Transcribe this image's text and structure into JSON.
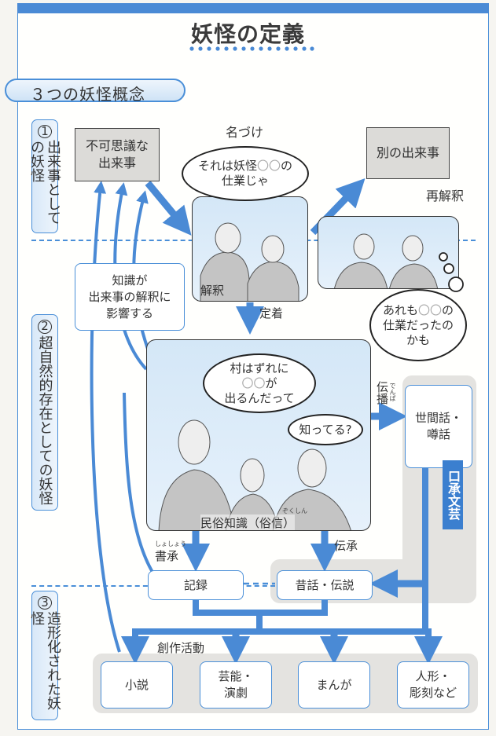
{
  "header": {
    "title": "妖怪の定義",
    "accent_color": "#4a8ad5"
  },
  "section": {
    "title": "３つの妖怪概念"
  },
  "categories": [
    {
      "num": "1",
      "num_glyph": "①",
      "label": "出来事としての妖怪"
    },
    {
      "num": "2",
      "num_glyph": "②",
      "label": "超自然的存在としての妖怪"
    },
    {
      "num": "3",
      "num_glyph": "③",
      "label": "造形化された妖怪"
    }
  ],
  "nodes": {
    "mysterious_event": "不可思議な\n出来事",
    "other_event": "別の出来事",
    "knowledge_influence": "知識が\n出来事の解釈に\n影響する",
    "rumor": "世間話・\n噂話",
    "record": "記録",
    "legend": "昔話・伝説",
    "novel": "小説",
    "performing_arts": "芸能・\n演劇",
    "manga": "まんが",
    "dolls": "人形・\n彫刻など"
  },
  "panels": {
    "interpretation_caption": "解釈",
    "folk_caption": "民俗知識（俗信）",
    "folk_ruby": "ぞくしん"
  },
  "bubbles": {
    "naming": [
      "それは妖怪",
      "〇〇",
      "の",
      "仕業じゃ"
    ],
    "thought": [
      "あれも",
      "〇〇",
      "の",
      "仕業だったの",
      "かも"
    ],
    "village": [
      "村はずれに",
      "〇〇",
      "が",
      "出るんだって"
    ],
    "know": "知ってる?"
  },
  "edge_labels": {
    "naming": "名づけ",
    "reinterpret": "再解釈",
    "settle": "定着",
    "spread": "伝播",
    "spread_ruby": "でんぱ",
    "written": "書承",
    "written_ruby": "しょしょう",
    "oral_transmit": "伝承",
    "creative": "創作活動",
    "oral_literature": "口承文芸"
  }
}
